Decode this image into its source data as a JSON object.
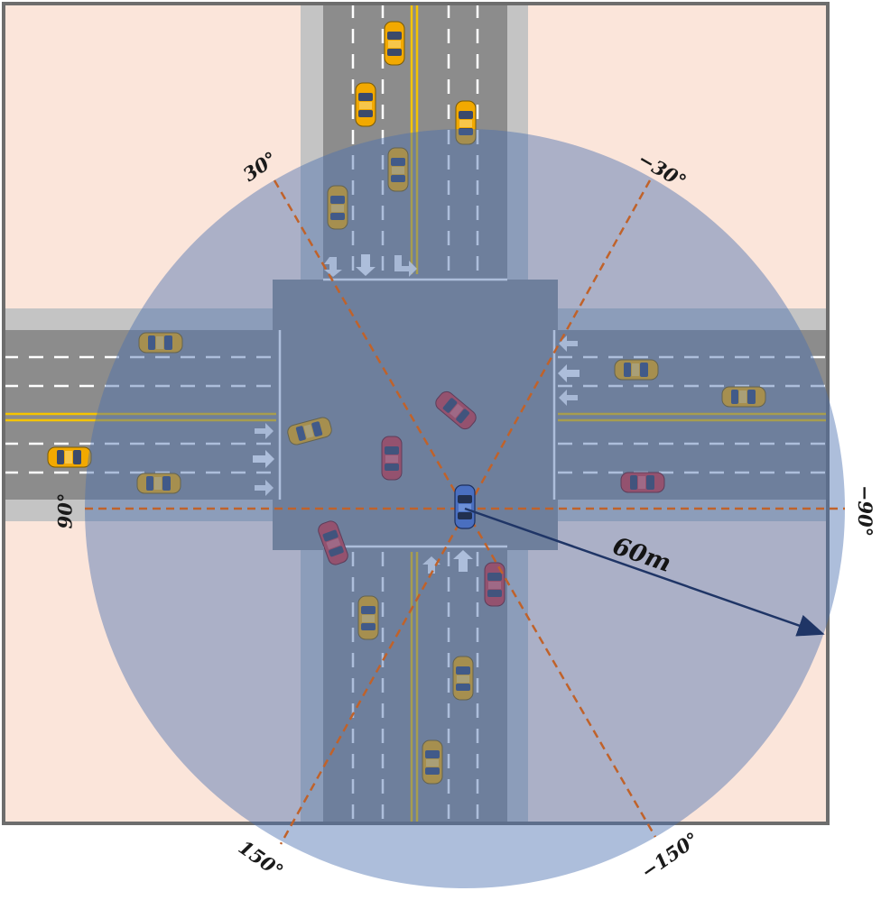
{
  "diagram": {
    "angle_labels": {
      "a30": "30°",
      "am30": "−30°",
      "a90": "90°",
      "am90": "−90°",
      "a150": "150°",
      "am150": "−150°"
    },
    "radius_label": "60m",
    "colors": {
      "land": "#fbe5da",
      "road": "#8c8c8c",
      "curb": "#bdbdbd",
      "lane_white": "#ffffff",
      "lane_yellow": "#f5c400",
      "sensing_circle": "#4a6fb0",
      "sector_lines": "#c0622a",
      "radius_arrow": "#1f3566",
      "ego_car": "#3f63a8",
      "car_red": "#d23b3b",
      "car_yellow": "#f2a900"
    }
  }
}
